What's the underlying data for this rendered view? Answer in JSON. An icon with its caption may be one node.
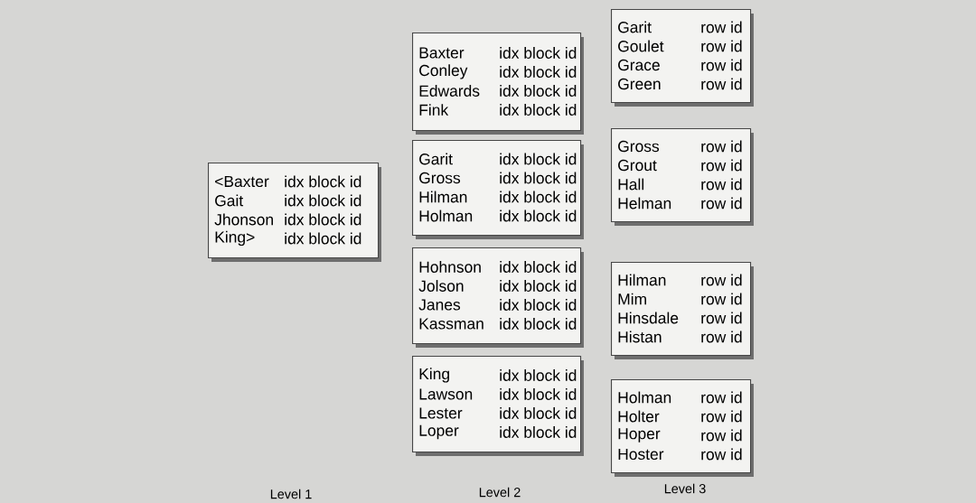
{
  "diagram": {
    "nodes": [
      {
        "text": [
          "<Baxter",
          "idx block id",
          "Gait",
          "idx block id",
          "Jhonson",
          "idx block id",
          "King>",
          "idx block id"
        ]
      },
      {
        "text": [
          "Baxter",
          "idx block id",
          "Conley",
          "idx block id",
          "Edwards",
          "idx block id",
          "Fink",
          "idx block id"
        ]
      },
      {
        "text": [
          "Garit",
          "idx block id",
          "Gross",
          "idx block id",
          "Hilman",
          "idx block id",
          "Holman",
          "idx block id"
        ]
      },
      {
        "text": [
          "Hohnson",
          "idx block id",
          "Jolson",
          "idx block id",
          "Janes",
          "idx block id",
          "Kassman",
          "idx block id"
        ]
      },
      {
        "text": [
          "King",
          "idx block id",
          "Lawson",
          "idx block id",
          "Lester",
          "idx block id",
          "Loper",
          "idx block id"
        ]
      },
      {
        "text": [
          "Garit",
          "row id",
          "Goulet",
          "row id",
          "Grace",
          "row id",
          "Green",
          "row id"
        ]
      },
      {
        "text": [
          "Gross",
          "row id",
          "Grout",
          "row id",
          "Hall",
          "row id",
          "Helman",
          "row id"
        ]
      },
      {
        "text": [
          "Hilman",
          "row id",
          "Mim",
          "row id",
          "Hinsdale",
          "row id",
          "Histan",
          "row id"
        ]
      },
      {
        "text": [
          "Holman",
          "row id",
          "Holter",
          "row id",
          "Hoper",
          "row id",
          "Hoster",
          "row id"
        ]
      }
    ],
    "labels": [
      "Level 1",
      "Level 2",
      "Level 3"
    ]
  }
}
